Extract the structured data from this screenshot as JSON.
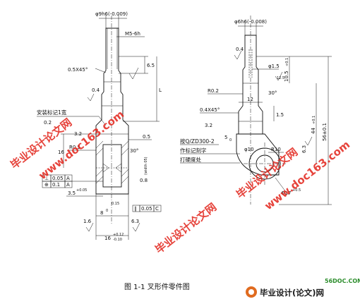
{
  "left_view": {
    "dims": {
      "d_phi9": "φ9h6(-0.009)",
      "d_m5": "M5-6h",
      "d_chamfer": "0.5X45°",
      "d_6_5": "6.5",
      "d_L": "L",
      "d_0_4": "0.4",
      "d_0_2": "0.2",
      "d_0_5": "0.5",
      "d_r0_5": "R0.5",
      "d_16": "16",
      "d_30": "30°",
      "d_width": "(width 05)",
      "d_0_8": "0.8",
      "d_3_5": "3.5",
      "d_tol_3_5": "+0.05",
      "d_0_15": "0.15",
      "d_8": "8",
      "d_tol_8": "0",
      "d_16b": "16",
      "d_tol_16": "+0.12",
      "d_tol_16b": "-0.10",
      "d_1_6": "1.6",
      "d_3_2": "3.2",
      "d_6_3": "6.3"
    },
    "notes": {
      "mark_width": "安装标记1宽",
      "gt_perp": "⊥",
      "gt_perp_val": "0.05",
      "gt_ref_a": "A",
      "gt_pos": "⊕",
      "gt_pos_val": "0.1",
      "gt_ref_a2": "A",
      "gt_par": "∥",
      "gt_par_val": "0.05",
      "gt_ref_c": "C",
      "label_a": "A",
      "label_c": "C"
    }
  },
  "right_view": {
    "dims": {
      "d_phi6": "φ6h6(-0.008)",
      "d_0_4": "0.4",
      "d_phi1_5": "φ1.5",
      "d_10_5": "10.5",
      "d_tol_10_5": "+0.1",
      "d_12_5": "12.5",
      "d_r0_2": "R0.2",
      "d_30": "30°",
      "d_chamfer": "0.4X45°",
      "d_12": "12",
      "d_1_5": "1.5",
      "d_56": "56±0.1",
      "d_44": "44",
      "d_tol_44": "+0.1",
      "d_5": "5",
      "d_tol_5": "0",
      "d_phi10": "φ10",
      "d_r10": "R10",
      "d_phi17": "Φ17",
      "d_tol_17": "+0.5",
      "d_6_3": "6.3",
      "d_3_2": "3.2"
    },
    "notes": {
      "std": "按Q/ZD300-2",
      "engrave": "作标记刻字",
      "harden": "打硬度处"
    }
  },
  "watermarks": {
    "wm_left_cn": "毕业设计论文网",
    "wm_left_url": "www.doc163.com",
    "wm_right_cn": "毕业设计论文网",
    "wm_right_url": "www.doc163.com",
    "wm_bottom_cn": "毕业设计论文网"
  },
  "caption": "图 1-1  叉形件零件图",
  "footer": {
    "site": "56DOC.COM",
    "brand": "毕业设计(论文)网"
  }
}
